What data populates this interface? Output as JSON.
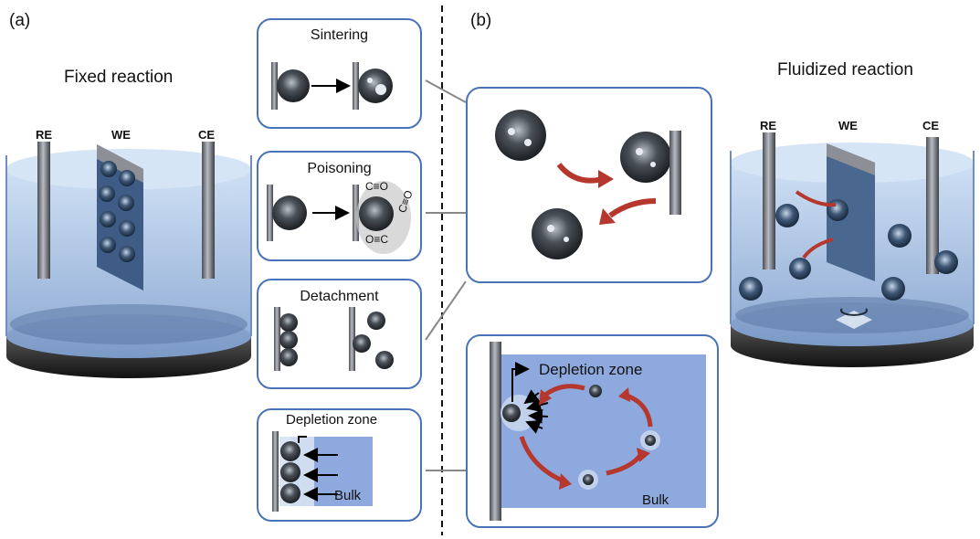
{
  "panel_a": {
    "letter": "(a)",
    "title": "Fixed reaction",
    "electrodes": [
      "RE",
      "WE",
      "CE"
    ]
  },
  "panel_b": {
    "letter": "(b)",
    "title": "Fluidized reaction",
    "electrodes": [
      "RE",
      "WE",
      "CE"
    ]
  },
  "mechanisms": [
    {
      "title": "Sintering"
    },
    {
      "title": "Poisoning",
      "molecules": [
        "C≡O",
        "C≡O",
        "O≡C"
      ]
    },
    {
      "title": "Detachment"
    },
    {
      "title": "Depletion zone",
      "bulk": "Bulk"
    }
  ],
  "fluid_depletion": {
    "zone": "Depletion zone",
    "bulk": "Bulk"
  },
  "colors": {
    "frame": "#4a72b8",
    "arrow": "#b5372e",
    "liquid": "#8fb0de",
    "bulk": "#8ea9dd"
  }
}
